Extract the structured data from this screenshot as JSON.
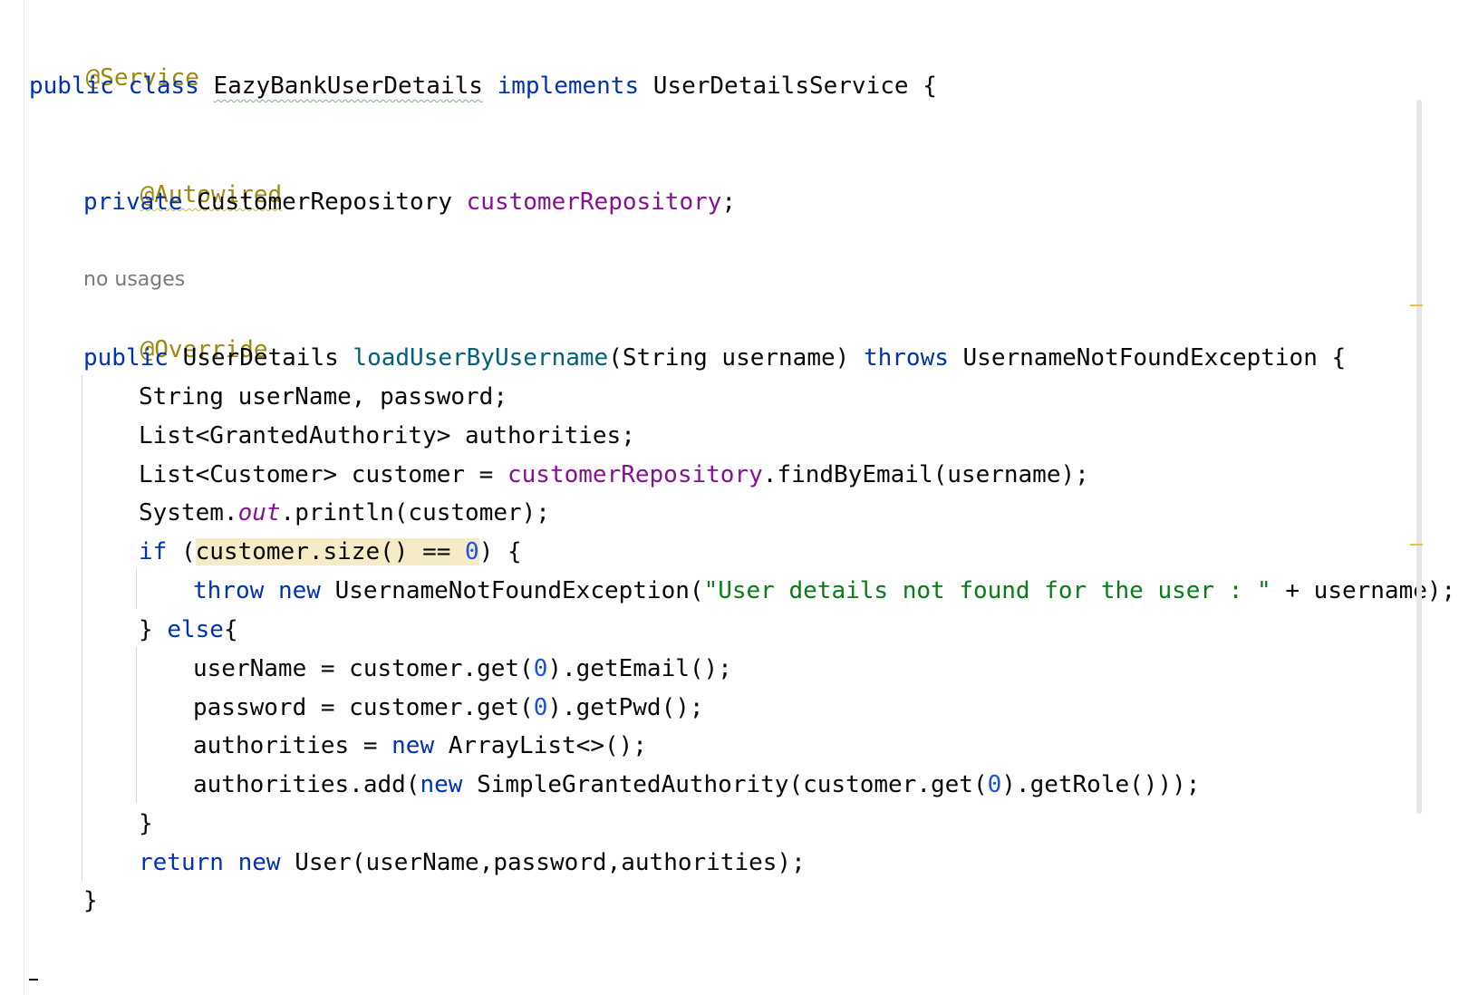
{
  "editor": {
    "hint_no_usages": "no usages",
    "code": {
      "ann_service": "@Service",
      "kw_public_class": "public class",
      "class_name": "EazyBankUserDetails",
      "kw_implements": "implements",
      "interface_name": "UserDetailsService {",
      "ann_autowired": "@Autowired",
      "kw_private": "private",
      "repo_type": "CustomerRepository",
      "repo_field": "customerRepository",
      "semicolon": ";",
      "ann_override": "@Override",
      "kw_public": "public",
      "return_type": "UserDetails",
      "method_name": "loadUserByUsername",
      "method_params": "(String username)",
      "kw_throws": "throws",
      "exception_decl": "UsernameNotFoundException {",
      "line_vars": "String userName, password;",
      "line_authorities": "List<GrantedAuthority> authorities;",
      "line_customer_start": "List<Customer> customer = ",
      "line_customer_field": "customerRepository",
      "line_customer_end": ".findByEmail(username);",
      "system_prefix": "System.",
      "system_out": "out",
      "system_suffix": ".println(customer);",
      "kw_if": "if",
      "if_open": " (",
      "if_cond": "customer.size() == ",
      "if_zero": "0",
      "if_close": ") {",
      "kw_throw": "throw",
      "kw_new": "new",
      "throw_call": "UsernameNotFoundException(",
      "throw_string": "\"User details not found for the user : \"",
      "throw_rest": " + username);",
      "else_brace": "} ",
      "kw_else": "else",
      "else_open": "{",
      "username_assign": "userName = customer.get(",
      "zero": "0",
      "get_email": ").getEmail();",
      "password_assign": "password = customer.get(",
      "get_pwd": ").getPwd();",
      "authorities_assign": "authorities = ",
      "arraylist": "ArrayList<>();",
      "authorities_add": "authorities.add(",
      "simple_auth": "SimpleGrantedAuthority(customer.get(",
      "get_role": ").getRole()));",
      "close_brace": "}",
      "kw_return": "return",
      "return_user": "User(userName,password,authorities);"
    }
  }
}
